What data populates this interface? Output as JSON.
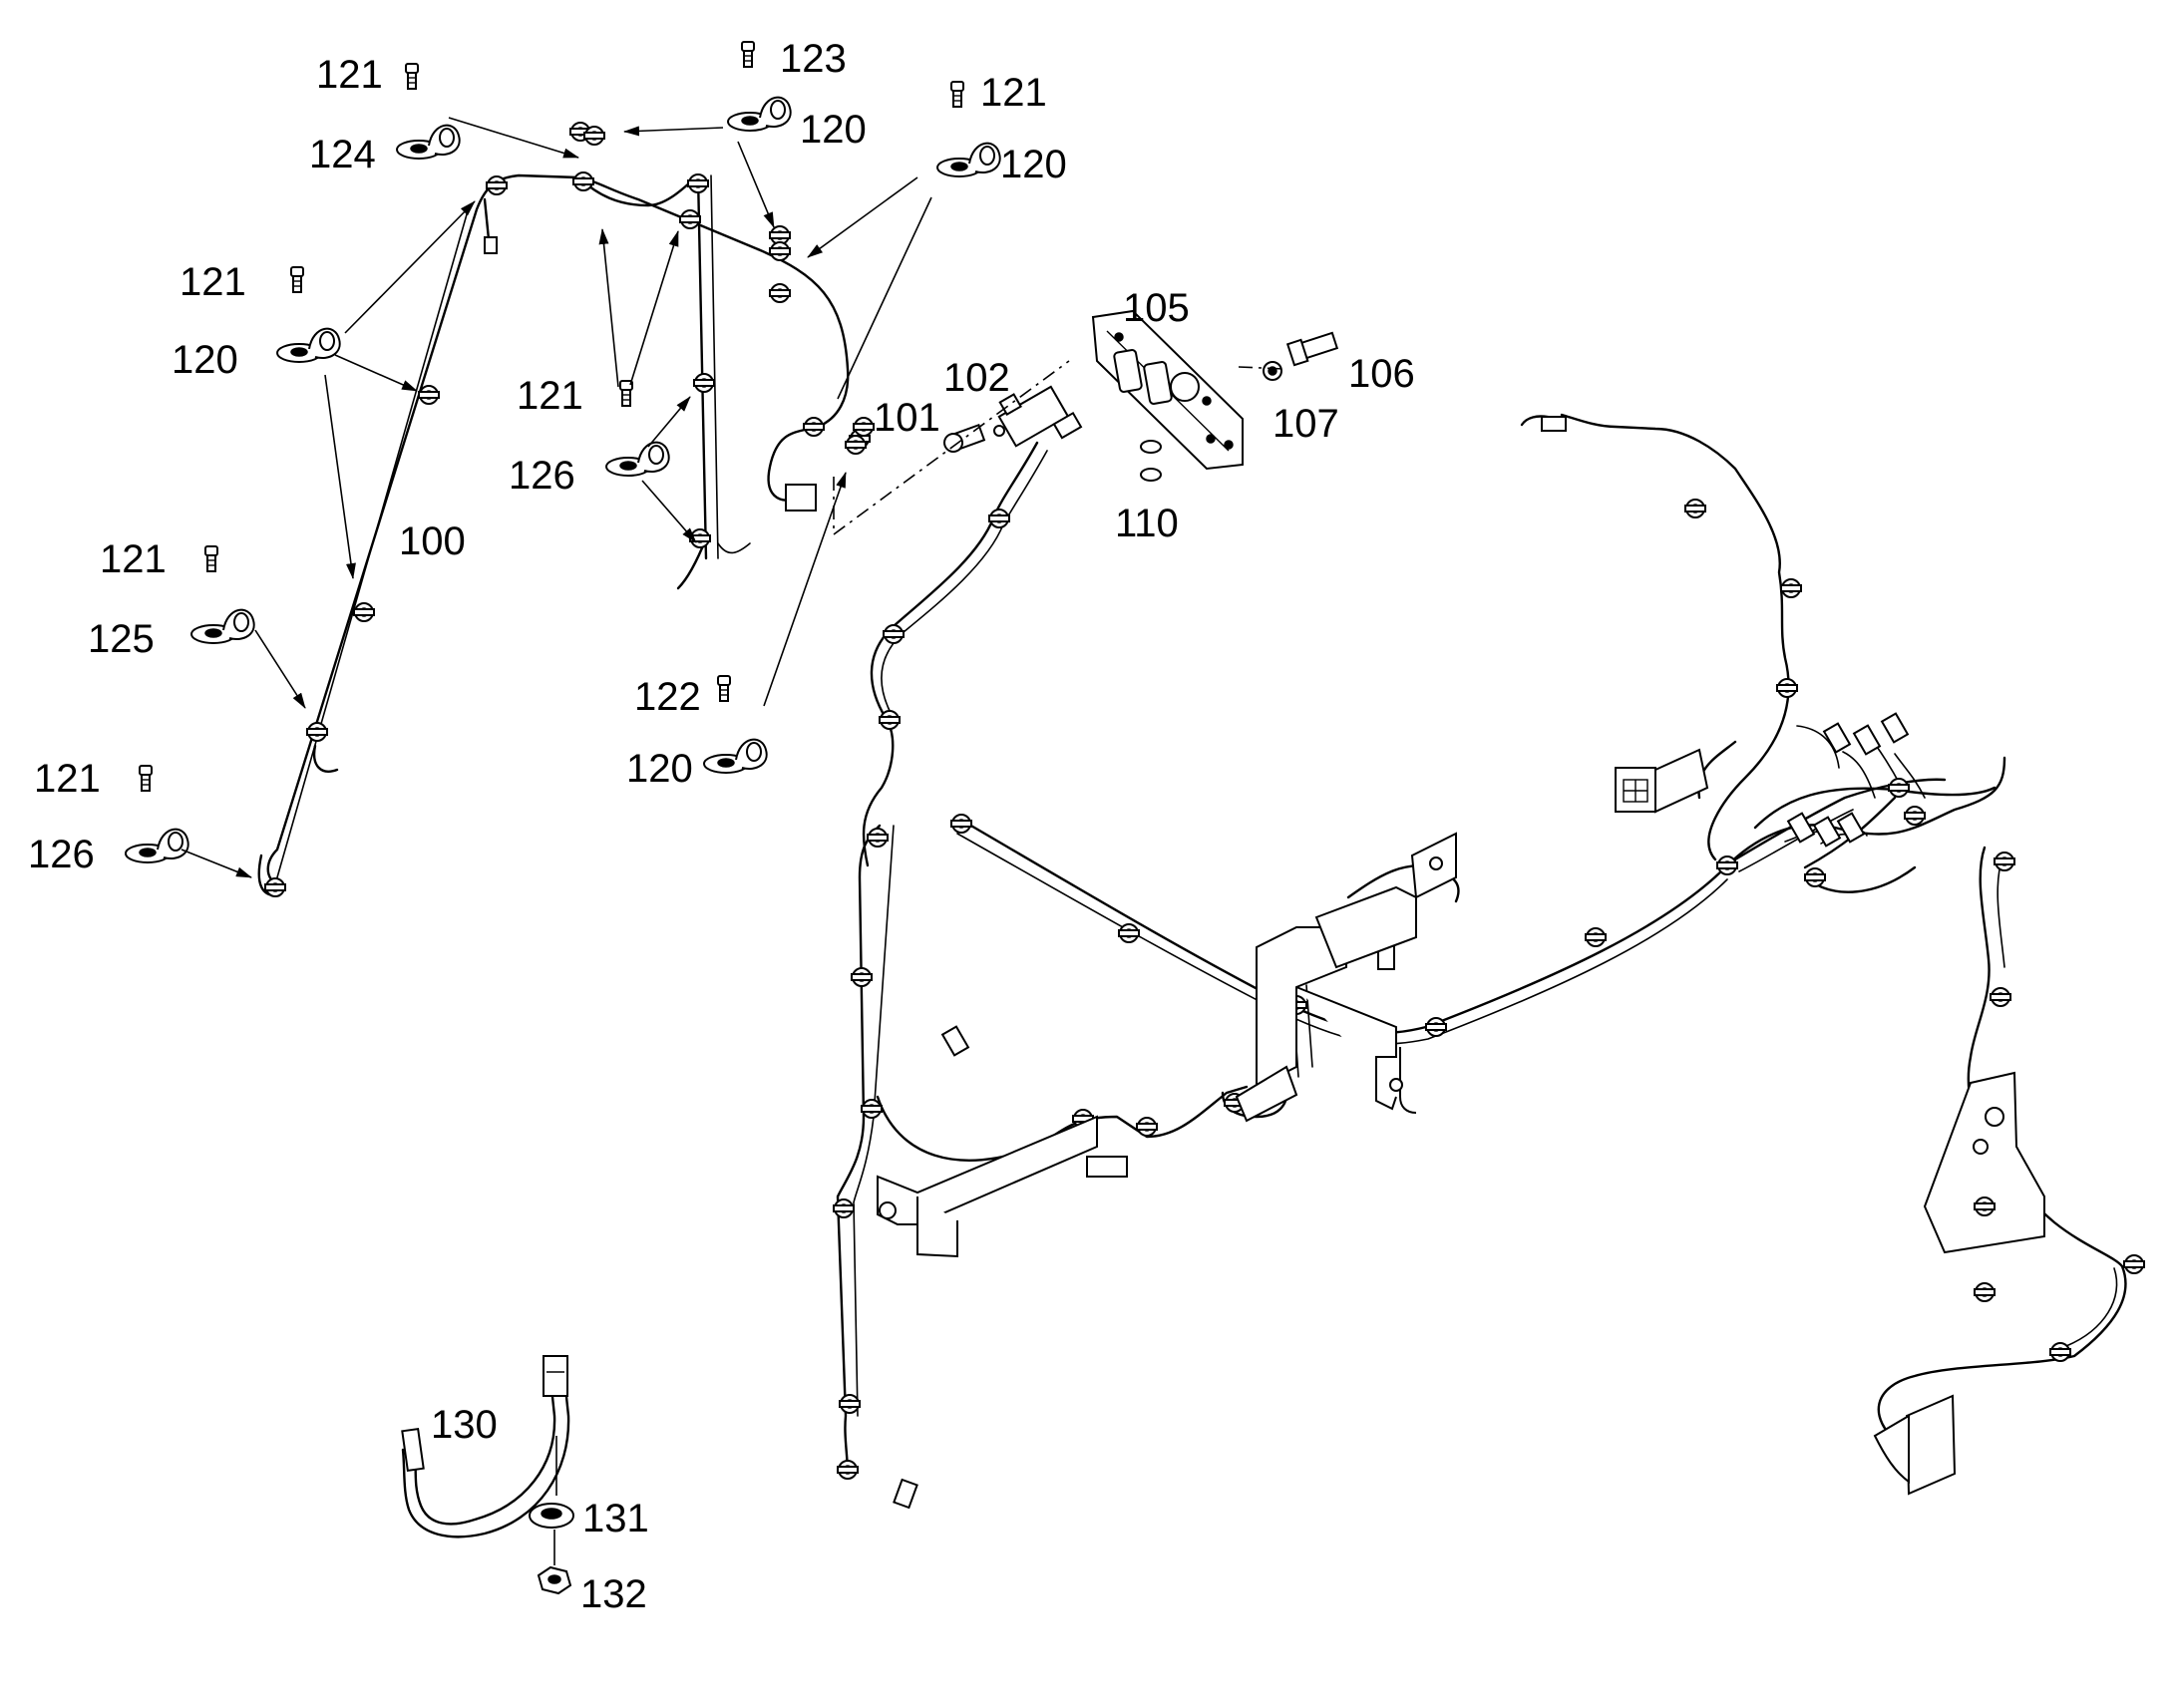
{
  "callouts": [
    {
      "id": "c1",
      "text": "121"
    },
    {
      "id": "c2",
      "text": "124"
    },
    {
      "id": "c3",
      "text": "123"
    },
    {
      "id": "c4",
      "text": "120"
    },
    {
      "id": "c5",
      "text": "121"
    },
    {
      "id": "c6",
      "text": "120"
    },
    {
      "id": "c7",
      "text": "121"
    },
    {
      "id": "c8",
      "text": "120"
    },
    {
      "id": "c9",
      "text": "121"
    },
    {
      "id": "c10",
      "text": "126"
    },
    {
      "id": "c11",
      "text": "101"
    },
    {
      "id": "c12",
      "text": "102"
    },
    {
      "id": "c13",
      "text": "105"
    },
    {
      "id": "c14",
      "text": "106"
    },
    {
      "id": "c15",
      "text": "107"
    },
    {
      "id": "c16",
      "text": "110"
    },
    {
      "id": "c17",
      "text": "100"
    },
    {
      "id": "c18",
      "text": "121"
    },
    {
      "id": "c19",
      "text": "125"
    },
    {
      "id": "c20",
      "text": "122"
    },
    {
      "id": "c21",
      "text": "120"
    },
    {
      "id": "c22",
      "text": "121"
    },
    {
      "id": "c23",
      "text": "126"
    },
    {
      "id": "c24",
      "text": "130"
    },
    {
      "id": "c25",
      "text": "131"
    },
    {
      "id": "c26",
      "text": "132"
    }
  ]
}
